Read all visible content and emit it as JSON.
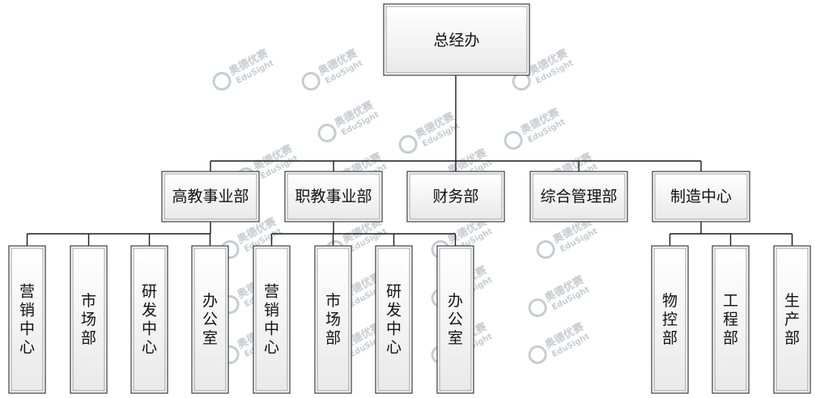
{
  "diagram": {
    "root": {
      "id": "root",
      "label": "总经办"
    },
    "departments": [
      {
        "id": "d1",
        "label": "高教事业部"
      },
      {
        "id": "d2",
        "label": "职教事业部"
      },
      {
        "id": "d3",
        "label": "财务部"
      },
      {
        "id": "d4",
        "label": "综合管理部"
      },
      {
        "id": "d5",
        "label": "制造中心"
      }
    ],
    "units": [
      {
        "id": "u1",
        "parent": "d1",
        "label": "营销中心"
      },
      {
        "id": "u2",
        "parent": "d1",
        "label": "市场部"
      },
      {
        "id": "u3",
        "parent": "d1",
        "label": "研发中心"
      },
      {
        "id": "u4",
        "parent": "d1",
        "label": "办公室"
      },
      {
        "id": "u5",
        "parent": "d2",
        "label": "营销中心"
      },
      {
        "id": "u6",
        "parent": "d2",
        "label": "市场部"
      },
      {
        "id": "u7",
        "parent": "d2",
        "label": "研发中心"
      },
      {
        "id": "u8",
        "parent": "d2",
        "label": "办公室"
      },
      {
        "id": "u9",
        "parent": "d5",
        "label": "物控部"
      },
      {
        "id": "u10",
        "parent": "d5",
        "label": "工程部"
      },
      {
        "id": "u11",
        "parent": "d5",
        "label": "生产部"
      }
    ]
  },
  "watermark": {
    "text_cn": "奥德优赛",
    "text_en": "EduSight",
    "color": "#c7ccd2"
  },
  "colors": {
    "line": "#1a1a1a",
    "box_border": "#3a3a3a",
    "box_fill_top": "#ffffff",
    "box_fill_bottom": "#e9e9e9",
    "text": "#111111"
  }
}
